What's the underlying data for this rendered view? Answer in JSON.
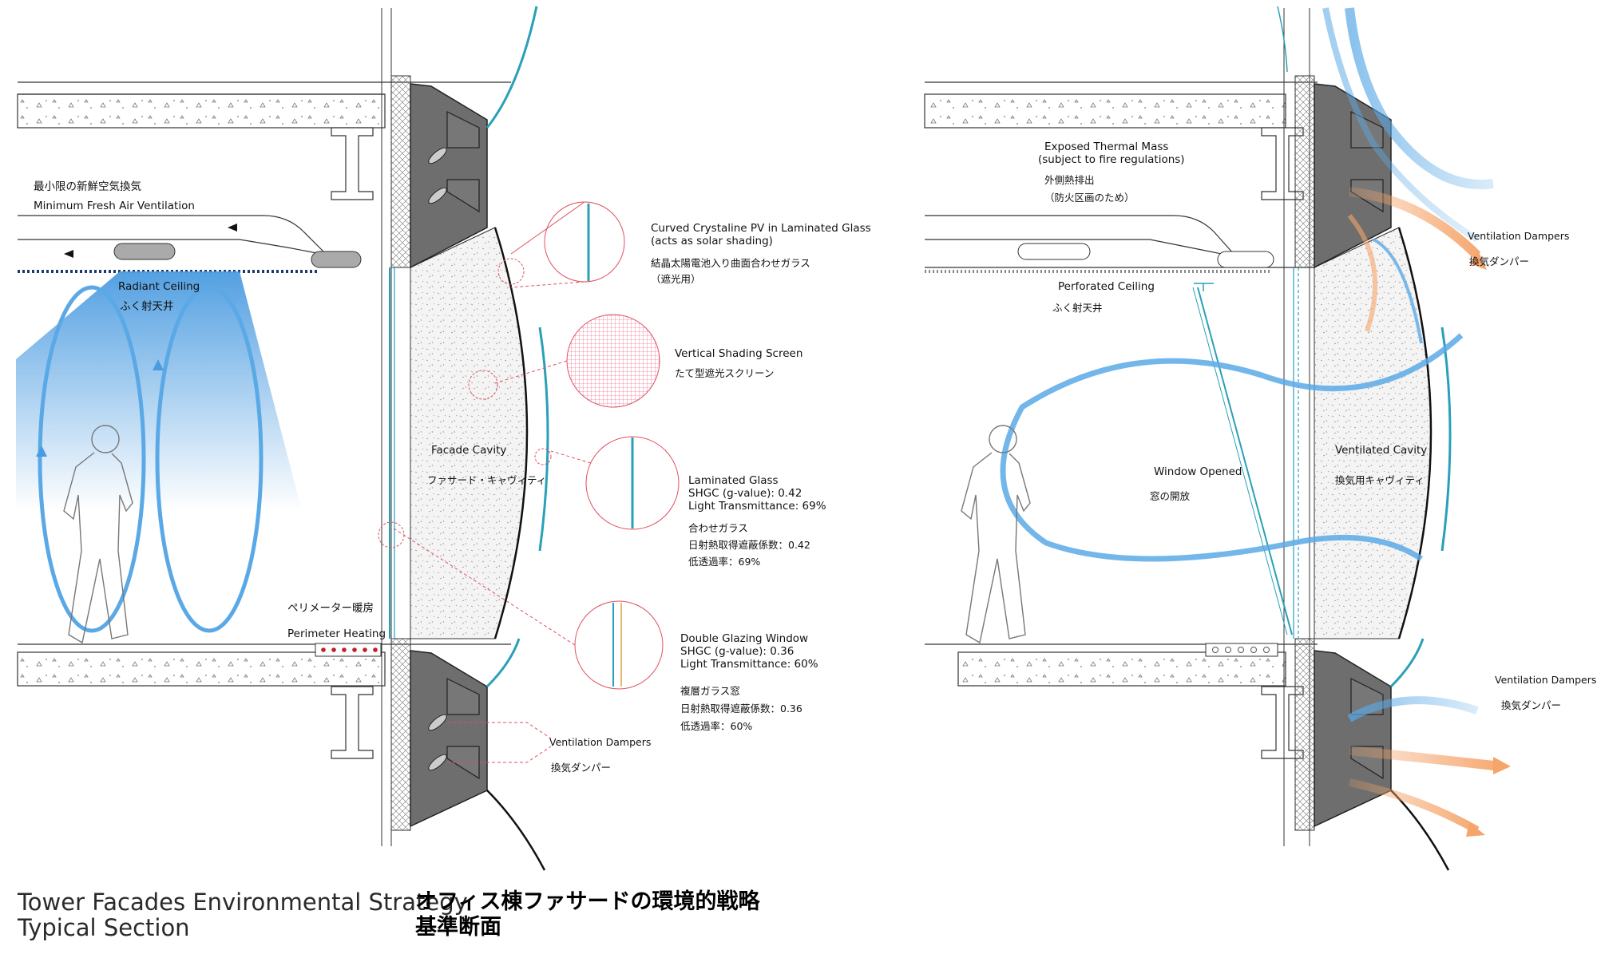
{
  "caption": {
    "line1": "Tower Facades Environmental Strategy",
    "line2": "Typical Section",
    "jp_line1": "オフィス棟ファサードの環境的戦略",
    "jp_line2": "基準断面"
  },
  "left_section": {
    "fresh_air_jp": "最小限の新鮮空気換気",
    "fresh_air_en": "Minimum Fresh Air Ventilation",
    "radiant_ceiling_en": "Radiant Ceiling",
    "radiant_ceiling_jp": "ふく射天井",
    "perimeter_heating_jp": "ペリメーター暖房",
    "perimeter_heating_en": "Perimeter Heating",
    "cavity_en": "Facade Cavity",
    "cavity_jp": "ファサード・キャヴィティ",
    "pv_en_1": "Curved Crystaline PV in Laminated Glass",
    "pv_en_2": "(acts as solar shading)",
    "pv_jp_1": "結晶太陽電池入り曲面合わせガラス",
    "pv_jp_2": "（遮光用）",
    "screen_en": "Vertical Shading Screen",
    "screen_jp": "たて型遮光スクリーン",
    "lam_en_1": "Laminated Glass",
    "lam_en_2": "SHGC (g-value): 0.42",
    "lam_en_3": "Light Transmittance: 69%",
    "lam_jp_1": "合わせガラス",
    "lam_jp_2": "日射熱取得遮蔽係数：0.42",
    "lam_jp_3": "低透過率：69%",
    "dg_en_1": "Double Glazing Window",
    "dg_en_2": "SHGC (g-value): 0.36",
    "dg_en_3": "Light Transmittance: 60%",
    "dg_jp_1": "複層ガラス窓",
    "dg_jp_2": "日射熱取得遮蔽係数：0.36",
    "dg_jp_3": "低透過率：60%",
    "dampers_en": "Ventilation Dampers",
    "dampers_jp": "換気ダンパー"
  },
  "right_section": {
    "thermal_en_1": "Exposed Thermal Mass",
    "thermal_en_2": "(subject to fire regulations)",
    "thermal_jp_1": "外側熱排出",
    "thermal_jp_2": "（防火区画のため）",
    "perf_en": "Perforated Ceiling",
    "perf_jp": "ふく射天井",
    "window_en": "Window Opened",
    "window_jp": "窓の開放",
    "vent_cavity_en": "Ventilated Cavity",
    "vent_cavity_jp": "換気用キャヴィティ",
    "dampers_top_en": "Ventilation Dampers",
    "dampers_top_jp": "換気ダンパー",
    "dampers_bot_en": "Ventilation Dampers",
    "dampers_bot_jp": "換気ダンパー"
  },
  "colors": {
    "air_blue": "#5aa9e6",
    "exhaust_orange": "#f5a46a",
    "glass_teal": "#2aa0b8",
    "callout_red": "#e05060",
    "screen_pink": "#f07a9a"
  }
}
